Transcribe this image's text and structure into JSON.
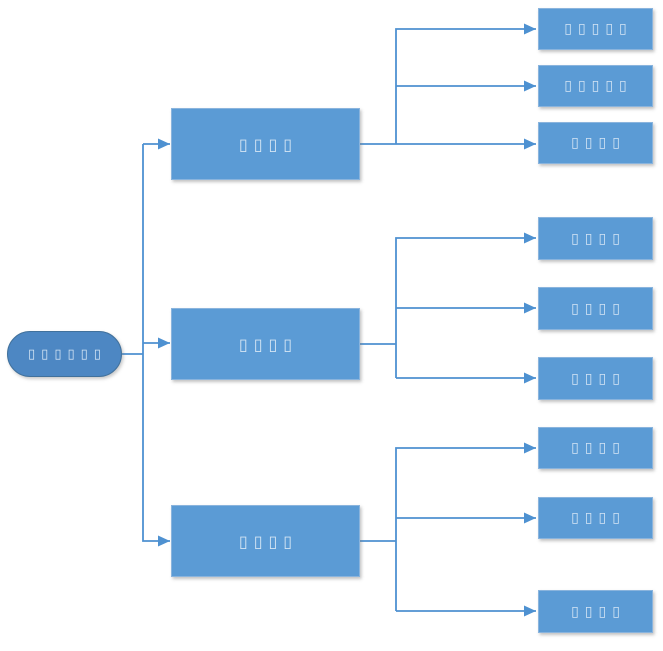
{
  "diagram": {
    "root": {
      "label": "▯▯▯▯▯▯"
    },
    "branches": [
      {
        "label": "▯▯▯▯"
      },
      {
        "label": "▯▯▯▯"
      },
      {
        "label": "▯▯▯▯"
      }
    ],
    "leaves": [
      {
        "label": "▯▯▯▯▯"
      },
      {
        "label": "▯▯▯▯▯"
      },
      {
        "label": "▯▯▯▯"
      },
      {
        "label": "▯▯▯▯"
      },
      {
        "label": "▯▯▯▯"
      },
      {
        "label": "▯▯▯▯"
      },
      {
        "label": "▯▯▯▯"
      },
      {
        "label": "▯▯▯▯"
      },
      {
        "label": "▯▯▯▯"
      }
    ],
    "edges": [
      "root->branch1",
      "root->branch2",
      "root->branch3",
      "branch1->leaf1",
      "branch1->leaf2",
      "branch1->leaf3",
      "branch2->leaf4",
      "branch2->leaf5",
      "branch2->leaf6",
      "branch3->leaf7",
      "branch3->leaf8",
      "branch3->leaf9"
    ]
  },
  "colors": {
    "box-fill": "#5b9bd5",
    "box-border": "#8ab4dd",
    "oval-fill": "#4d87c3",
    "oval-border": "#41719c",
    "line-color": "#4e91d1",
    "label-color": "#d4e5f4",
    "background": "#ffffff"
  }
}
